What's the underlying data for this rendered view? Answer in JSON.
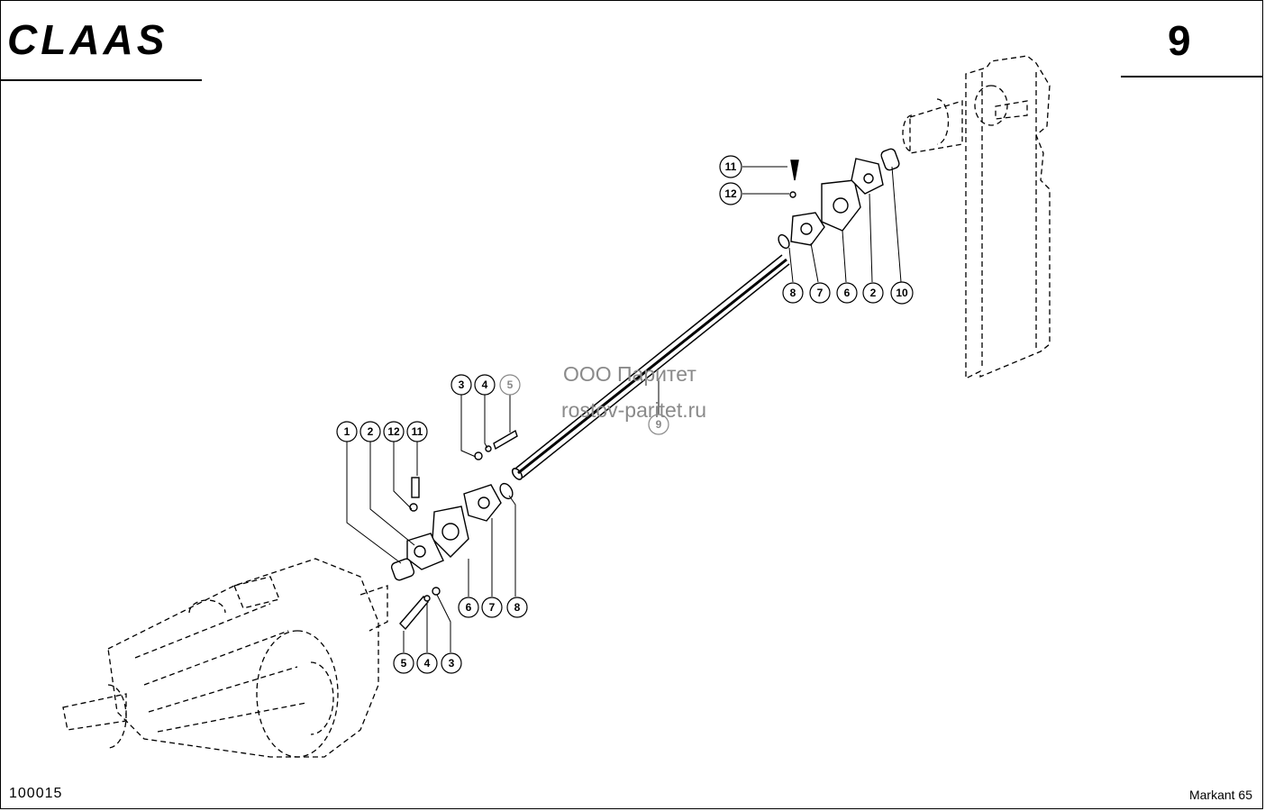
{
  "header": {
    "brand": "CLAAS",
    "page_number": "9"
  },
  "footer": {
    "diagram_code": "100015",
    "model": "Markant 65"
  },
  "watermark": {
    "line1": "ООО Паритет",
    "line2": "rostov-paritet.ru"
  },
  "callouts": {
    "c1": "1",
    "c2": "2",
    "c3": "12",
    "c4": "11",
    "c5": "3",
    "c6": "4",
    "c7": "5",
    "c8": "6",
    "c9": "7",
    "c10": "8",
    "c11": "5",
    "c12": "4",
    "c13": "3",
    "c14": "9",
    "c15": "11",
    "c16": "12",
    "c17": "8",
    "c18": "7",
    "c19": "6",
    "c20": "2",
    "c21": "10"
  }
}
